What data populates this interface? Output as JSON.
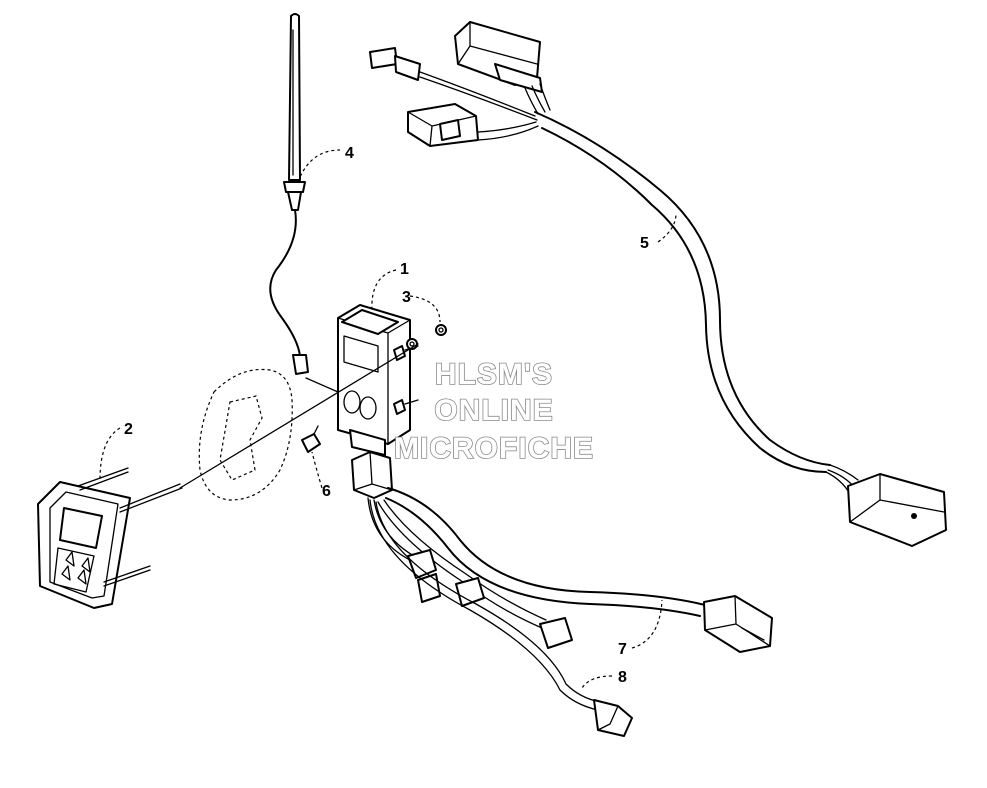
{
  "callouts": [
    {
      "id": "1",
      "label": "1"
    },
    {
      "id": "2",
      "label": "2"
    },
    {
      "id": "3",
      "label": "3"
    },
    {
      "id": "4",
      "label": "4"
    },
    {
      "id": "5",
      "label": "5"
    },
    {
      "id": "6",
      "label": "6"
    },
    {
      "id": "7",
      "label": "7"
    },
    {
      "id": "8",
      "label": "8"
    }
  ],
  "watermark": {
    "line1": "HLSM'S",
    "line2": "ONLINE",
    "line3": "MICROFICHE"
  }
}
